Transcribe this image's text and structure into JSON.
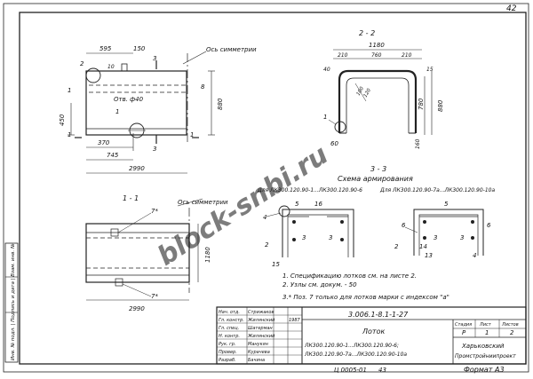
{
  "page_number": "42",
  "view_plan": {
    "axis_label": "Ось симметрии",
    "dims": {
      "d595": "595",
      "d150": "150",
      "d10": "10",
      "d3a": "3",
      "d3b": "3",
      "d2": "2",
      "d8": "8",
      "d450": "450",
      "d880": "880",
      "d370": "370",
      "d745": "745",
      "d2990": "2990"
    },
    "hole_label": "Отв. ф40",
    "markers": {
      "m1a": "1",
      "m1b": "1",
      "m1c": "1",
      "m1d": "1"
    }
  },
  "section_22": {
    "title": "2 - 2",
    "dims": {
      "d1180": "1180",
      "d210a": "210",
      "d760": "760",
      "d210b": "210",
      "d40": "40",
      "d15": "15",
      "d880": "880",
      "d780": "780",
      "d100": "100",
      "d120": "120",
      "d60": "60",
      "d160": "160",
      "d1": "1"
    }
  },
  "section_11": {
    "title": "1 - 1",
    "axis_label": "Ось симметрии",
    "dims": {
      "d7a": "7*",
      "d7b": "7*",
      "d1180": "1180",
      "d2990": "2990"
    }
  },
  "reinforcement": {
    "section_label": "3 - 3",
    "title": "Схема армирования",
    "left_caption": "Для ЛК300.120.90-1...ЛК300.120.90-6",
    "right_caption": "Для ЛК300.120.90-7а...ЛК300.120.90-10а",
    "left_marks": {
      "m4": "4",
      "m5": "5",
      "m16": "16",
      "m2": "2",
      "m3a": "3",
      "m3b": "3",
      "m15": "15"
    },
    "right_marks": {
      "m5": "5",
      "m6a": "6",
      "m6b": "6",
      "m2": "2",
      "m3a": "3",
      "m3b": "3",
      "m4": "4",
      "m13": "13",
      "m14": "14"
    }
  },
  "notes": [
    "1. Спецификацию лотков см. на листе 2.",
    "2. Узлы см. докум. - 50"
  ],
  "note3": "3.* Поз. 7 только для лотков марки с индексом \"а\"",
  "title_block": {
    "document_code": "3.006.1-8.1-1-27",
    "product_name": "Лоток",
    "product_marks_line1": "ЛК300.120.90-1...ЛК300.120.90-6;",
    "product_marks_line2": "ЛК300.120.90-7а...ЛК300.120.90-10а",
    "stage_header": "Стадия",
    "sheet_header": "Лист",
    "sheets_header": "Листов",
    "stage_value": "Р",
    "sheet_value": "1",
    "sheets_value": "2",
    "organization_line1": "Харьковский",
    "organization_line2": "Промстройниипроект",
    "roles": [
      "Нач. отд.",
      "Гл. констр.",
      "Гл. спец.",
      "Н. контр.",
      "Рук. гр.",
      "Провер.",
      "Разраб."
    ],
    "names": [
      "Стрижаков",
      "Жилянский",
      "Шатерман",
      "Жилянский",
      "Манукян",
      "Курачева",
      "Бачина"
    ],
    "date": "1987"
  },
  "side_stamp": "Инв. № подл. | Подпись и дата | Взам. инв. №",
  "footer_code": "Ц 0005-01",
  "footer_num": "43",
  "format_label": "Формат А3",
  "watermark": "block-snbi.ru"
}
